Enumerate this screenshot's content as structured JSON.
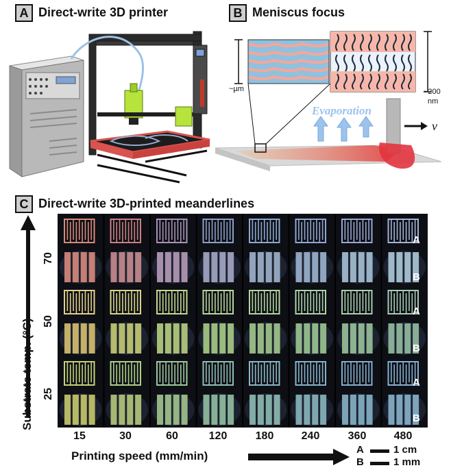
{
  "panel_a": {
    "letter": "A",
    "title": "Direct-write 3D printer"
  },
  "panel_b": {
    "letter": "B",
    "title": "Meniscus focus",
    "scale_left": "~µm",
    "scale_right": "~200",
    "scale_right_unit": "nm",
    "evaporation": "Evaporation",
    "velocity": "v"
  },
  "panel_c": {
    "letter": "C",
    "title": "Direct-write 3D-printed meanderlines",
    "ylabel": "Substrate temp. (°C)",
    "xlabel": "Printing speed (mm/min)",
    "temperatures": [
      "70",
      "50",
      "25"
    ],
    "speeds": [
      "15",
      "30",
      "60",
      "120",
      "180",
      "240",
      "360",
      "480"
    ],
    "row_labels": [
      "A",
      "B",
      "A",
      "B",
      "A",
      "B"
    ],
    "scale_a_label": "A",
    "scale_a_value": "1 cm",
    "scale_b_label": "B",
    "scale_b_value": "1 mm"
  }
}
